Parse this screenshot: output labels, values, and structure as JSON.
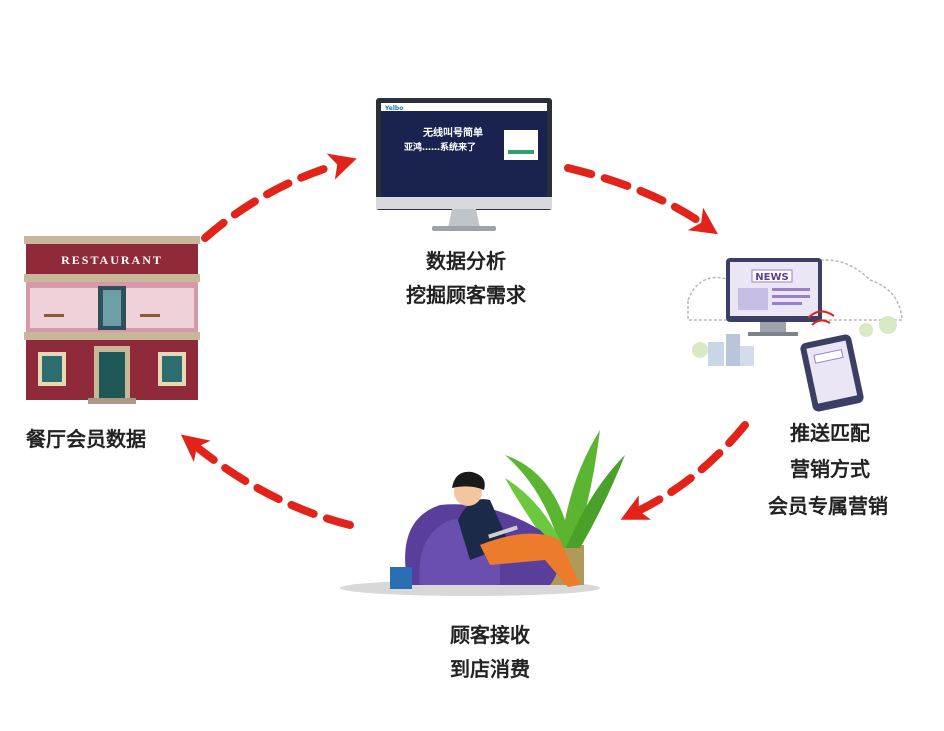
{
  "colors": {
    "arrow": "#e2231a",
    "restaurant_wall": "#8e2a3a",
    "restaurant_band": "#b8394b",
    "screen_bg": "#1a2350",
    "monitor_frame": "#d7d9de",
    "sofa": "#5a3e9c",
    "plant": "#5cb531",
    "person_pants": "#ee7a2b",
    "news_accent": "#9a7fc9"
  },
  "icons": {
    "restaurant": "restaurant-building-icon",
    "monitor": "desktop-monitor-icon",
    "news": "news-devices-icon",
    "customer": "customer-on-sofa-icon"
  },
  "restaurant": {
    "sign": "RESTAURANT",
    "label": "餐厅会员数据"
  },
  "analysis": {
    "screen_brand": "Yelbo",
    "screen_line1": "无线叫号简单",
    "screen_line2": "亚鸿……系统来了",
    "line1": "数据分析",
    "line2": "挖掘顾客需求"
  },
  "push": {
    "news_label": "NEWS",
    "line1": "推送匹配",
    "line2": "营销方式",
    "line3": "会员专属营销"
  },
  "customer": {
    "line1": "顾客接收",
    "line2": "到店消费"
  }
}
